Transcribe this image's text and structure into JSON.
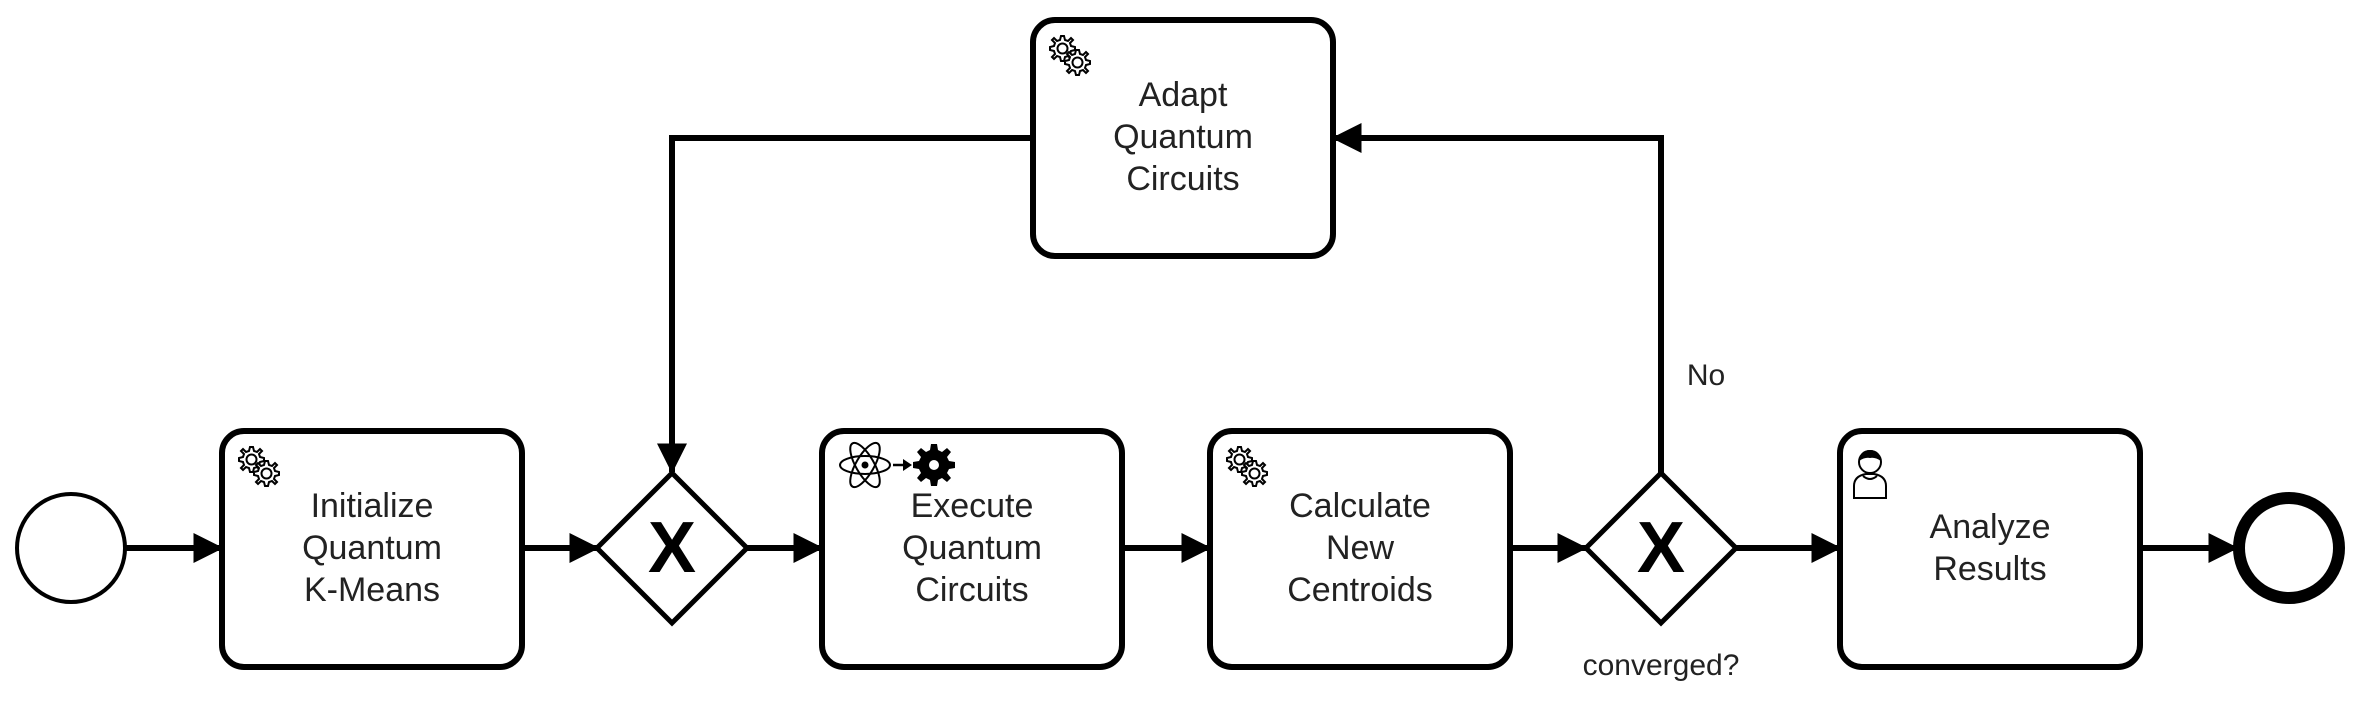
{
  "diagram": {
    "type": "bpmn-process",
    "tasks": {
      "initialize": {
        "lines": [
          "Initialize",
          "Quantum",
          "K-Means"
        ],
        "marker": "service-task-icon"
      },
      "execute": {
        "lines": [
          "Execute",
          "Quantum",
          "Circuits"
        ],
        "marker": "quantum-execution-icon"
      },
      "calculate": {
        "lines": [
          "Calculate",
          "New",
          "Centroids"
        ],
        "marker": "service-task-icon"
      },
      "analyze": {
        "lines": [
          "Analyze",
          "Results"
        ],
        "marker": "user-task-icon"
      },
      "adapt": {
        "lines": [
          "Adapt",
          "Quantum",
          "Circuits"
        ],
        "marker": "service-task-icon"
      }
    },
    "gateways": {
      "merge": {
        "type": "exclusive",
        "marker": "X"
      },
      "split": {
        "type": "exclusive",
        "marker": "X",
        "label": "converged?"
      }
    },
    "flow_labels": {
      "no": "No"
    },
    "events": {
      "start": "start-event",
      "end": "end-event"
    },
    "colors": {
      "stroke": "#000000",
      "fill": "#ffffff",
      "text": "#222222"
    }
  }
}
